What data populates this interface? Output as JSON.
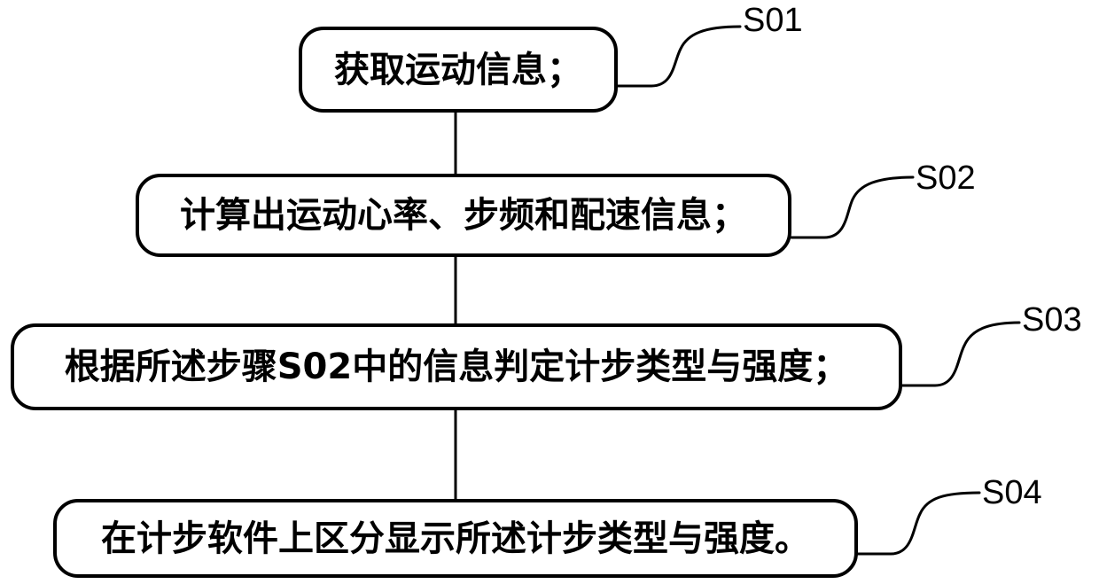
{
  "colors": {
    "stroke": "#000000",
    "background": "#ffffff"
  },
  "steps": [
    {
      "label": "S01",
      "text": "获取运动信息；"
    },
    {
      "label": "S02",
      "text": "计算出运动心率、步频和配速信息；"
    },
    {
      "label": "S03",
      "text": "根据所述步骤S02中的信息判定计步类型与强度；"
    },
    {
      "label": "S04",
      "text": "在计步软件上区分显示所述计步类型与强度。"
    }
  ]
}
